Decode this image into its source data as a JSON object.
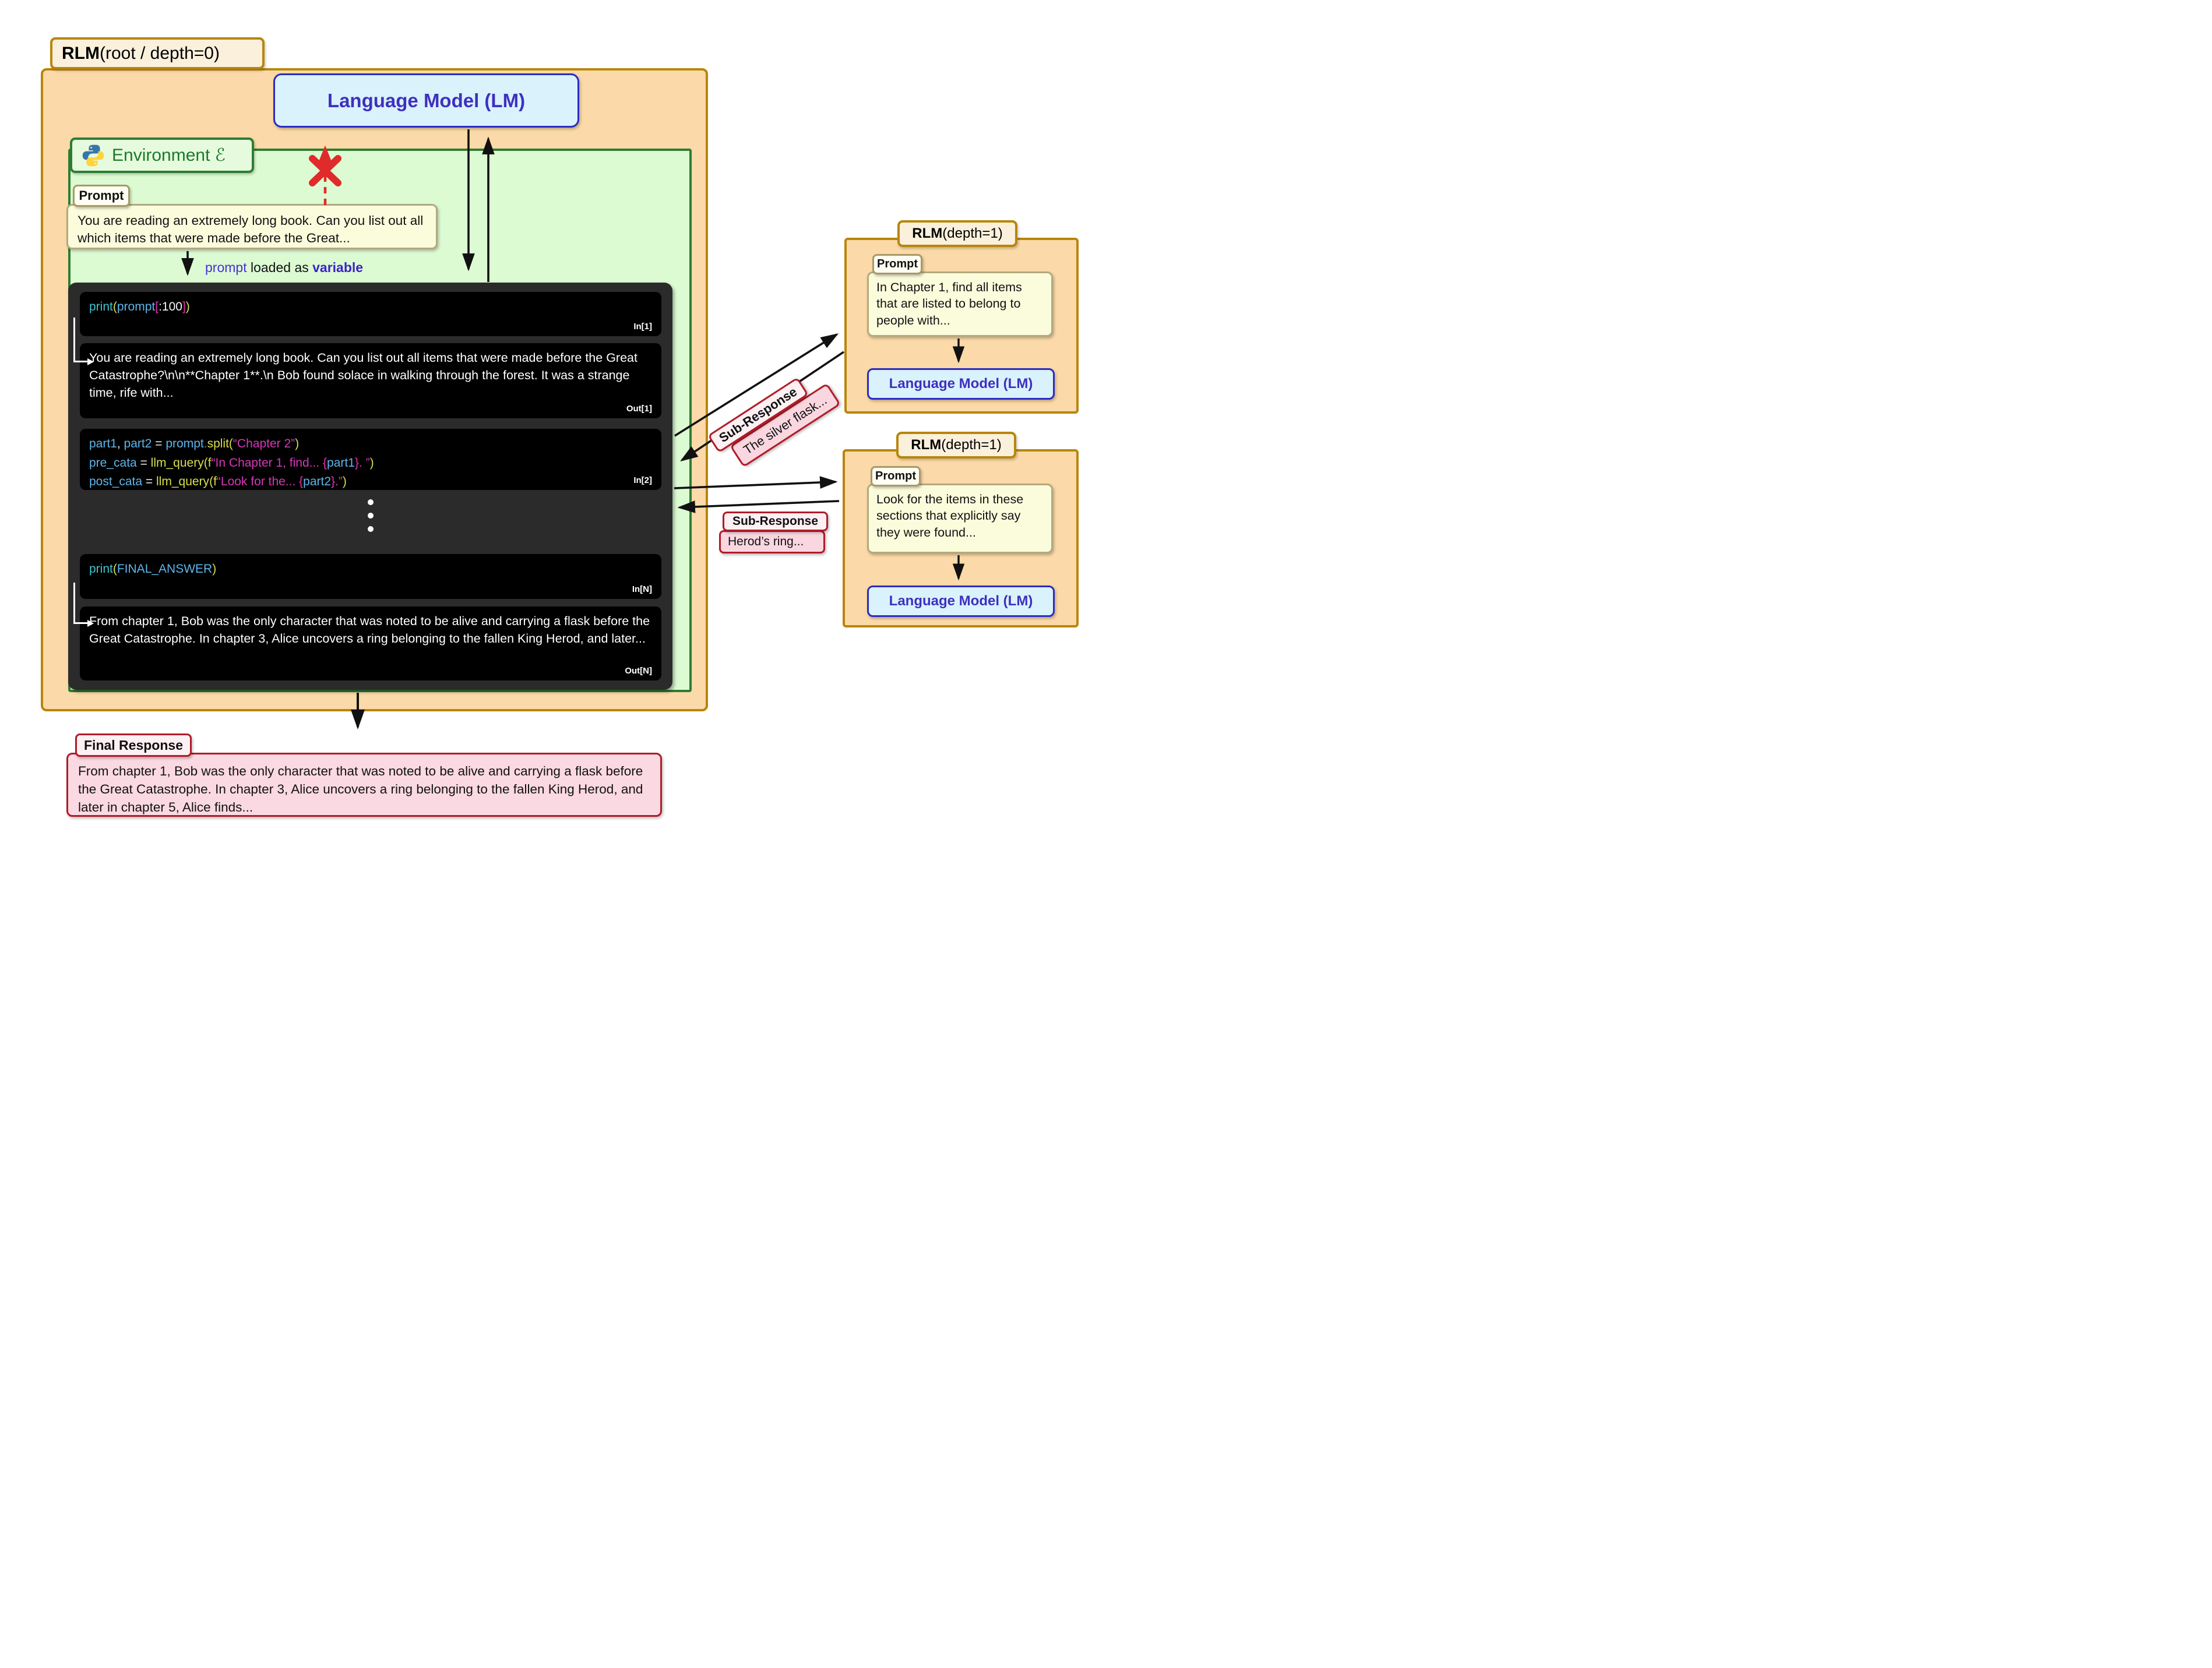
{
  "colors": {
    "rlm_panel_fill": "#FBD9A8",
    "rlm_border": "#B8860B",
    "env_fill": "#DCFBD3",
    "env_border": "#2E7D32",
    "lm_fill": "#D9F2FC",
    "lm_border": "#2B2BC0",
    "lm_text": "#3F2FC0",
    "prompt_fill": "#FBFCDC",
    "prompt_border": "#B3A97E",
    "repl_panel": "#2B2B2B",
    "cell_bg": "#000000",
    "red_accent": "#E02B2B",
    "response_border": "#B01B28",
    "response_fill": "#FAD7E0",
    "final_fill": "#FBD9E2"
  },
  "root": {
    "title_bold": "RLM",
    "title_rest": " (root / depth=0)"
  },
  "lm_main": {
    "label": "Language Model (LM)"
  },
  "environment": {
    "label": "Environment ℰ"
  },
  "prompt_main": {
    "tag": "Prompt",
    "text": "You are reading an extremely long book. Can you list out all which items that were made before the Great..."
  },
  "loaded_note": {
    "pre": "prompt",
    "mid": " loaded as ",
    "post": "variable"
  },
  "repl": {
    "in1": {
      "label": "In[1]",
      "tokens": [
        [
          "print",
          "fn"
        ],
        [
          "(",
          "pn"
        ],
        [
          "prompt",
          "var"
        ],
        [
          "[",
          "br"
        ],
        [
          ":100",
          "wh"
        ],
        [
          "]",
          "br"
        ],
        [
          ")",
          "pn"
        ]
      ]
    },
    "out1": {
      "label": "Out[1]",
      "text": "You are reading an extremely long book. Can you list out all items that were made before the Great Catastrophe?\\n\\n**Chapter 1**.\\n Bob found solace in walking through the forest. It was a strange time, rife with..."
    },
    "in2": {
      "label": "In[2]",
      "lines": [
        [
          [
            "part1",
            "var"
          ],
          [
            ", ",
            "wh"
          ],
          [
            "part2",
            "var"
          ],
          [
            " = ",
            "wh"
          ],
          [
            "prompt",
            "var"
          ],
          [
            ".",
            "dot"
          ],
          [
            "split",
            "fn2"
          ],
          [
            "(",
            "pn"
          ],
          [
            "“Chapter 2”",
            "str"
          ],
          [
            ")",
            "pn"
          ]
        ],
        [
          [
            "pre_cata",
            "var"
          ],
          [
            " = ",
            "wh"
          ],
          [
            "llm_query",
            "fn2"
          ],
          [
            "(",
            "pn"
          ],
          [
            "f",
            "pn"
          ],
          [
            "“In Chapter 1, find... ",
            "str"
          ],
          [
            "{",
            "br"
          ],
          [
            "part1",
            "var"
          ],
          [
            "}",
            "br"
          ],
          [
            ". ”",
            "str"
          ],
          [
            ")",
            "pn"
          ]
        ],
        [
          [
            "post_cata",
            "var"
          ],
          [
            " = ",
            "wh"
          ],
          [
            "llm_query",
            "fn2"
          ],
          [
            "(",
            "pn"
          ],
          [
            "f",
            "pn"
          ],
          [
            "“Look for the... ",
            "str"
          ],
          [
            "{",
            "br"
          ],
          [
            "part2",
            "var"
          ],
          [
            "}",
            "br"
          ],
          [
            ".”",
            "str"
          ],
          [
            ")",
            "pn"
          ]
        ]
      ]
    },
    "inN": {
      "label": "In[N]",
      "tokens": [
        [
          "print",
          "fn"
        ],
        [
          "(",
          "pn"
        ],
        [
          "FINAL_ANSWER",
          "var"
        ],
        [
          ")",
          "pn"
        ]
      ]
    },
    "outN": {
      "label": "Out[N]",
      "text": "From chapter 1, Bob was the only character that was noted to be alive and carrying a flask before the Great Catastrophe. In chapter 3, Alice uncovers a ring belonging to the fallen King Herod, and later..."
    }
  },
  "sub_rlm_top": {
    "title_bold": "RLM",
    "title_rest": " (depth=1)",
    "prompt_tag": "Prompt",
    "prompt_text": "In Chapter 1, find all items that are listed to belong to people with...",
    "lm_label": "Language Model (LM)"
  },
  "sub_rlm_bottom": {
    "title_bold": "RLM",
    "title_rest": " (depth=1)",
    "prompt_tag": "Prompt",
    "prompt_text": "Look for the items in these sections that explicitly say they were found...",
    "lm_label": "Language Model (LM)"
  },
  "sub_response_top": {
    "tag": "Sub-Response",
    "text": "The silver flask..."
  },
  "sub_response_bottom": {
    "tag": "Sub-Response",
    "text": "Herod’s ring..."
  },
  "final_response": {
    "tag": "Final Response",
    "text": "From chapter 1, Bob was the only character that was noted to be alive and carrying a flask before the Great Catastrophe. In chapter 3, Alice uncovers a ring belonging to the fallen King Herod, and later in chapter 5, Alice finds..."
  }
}
